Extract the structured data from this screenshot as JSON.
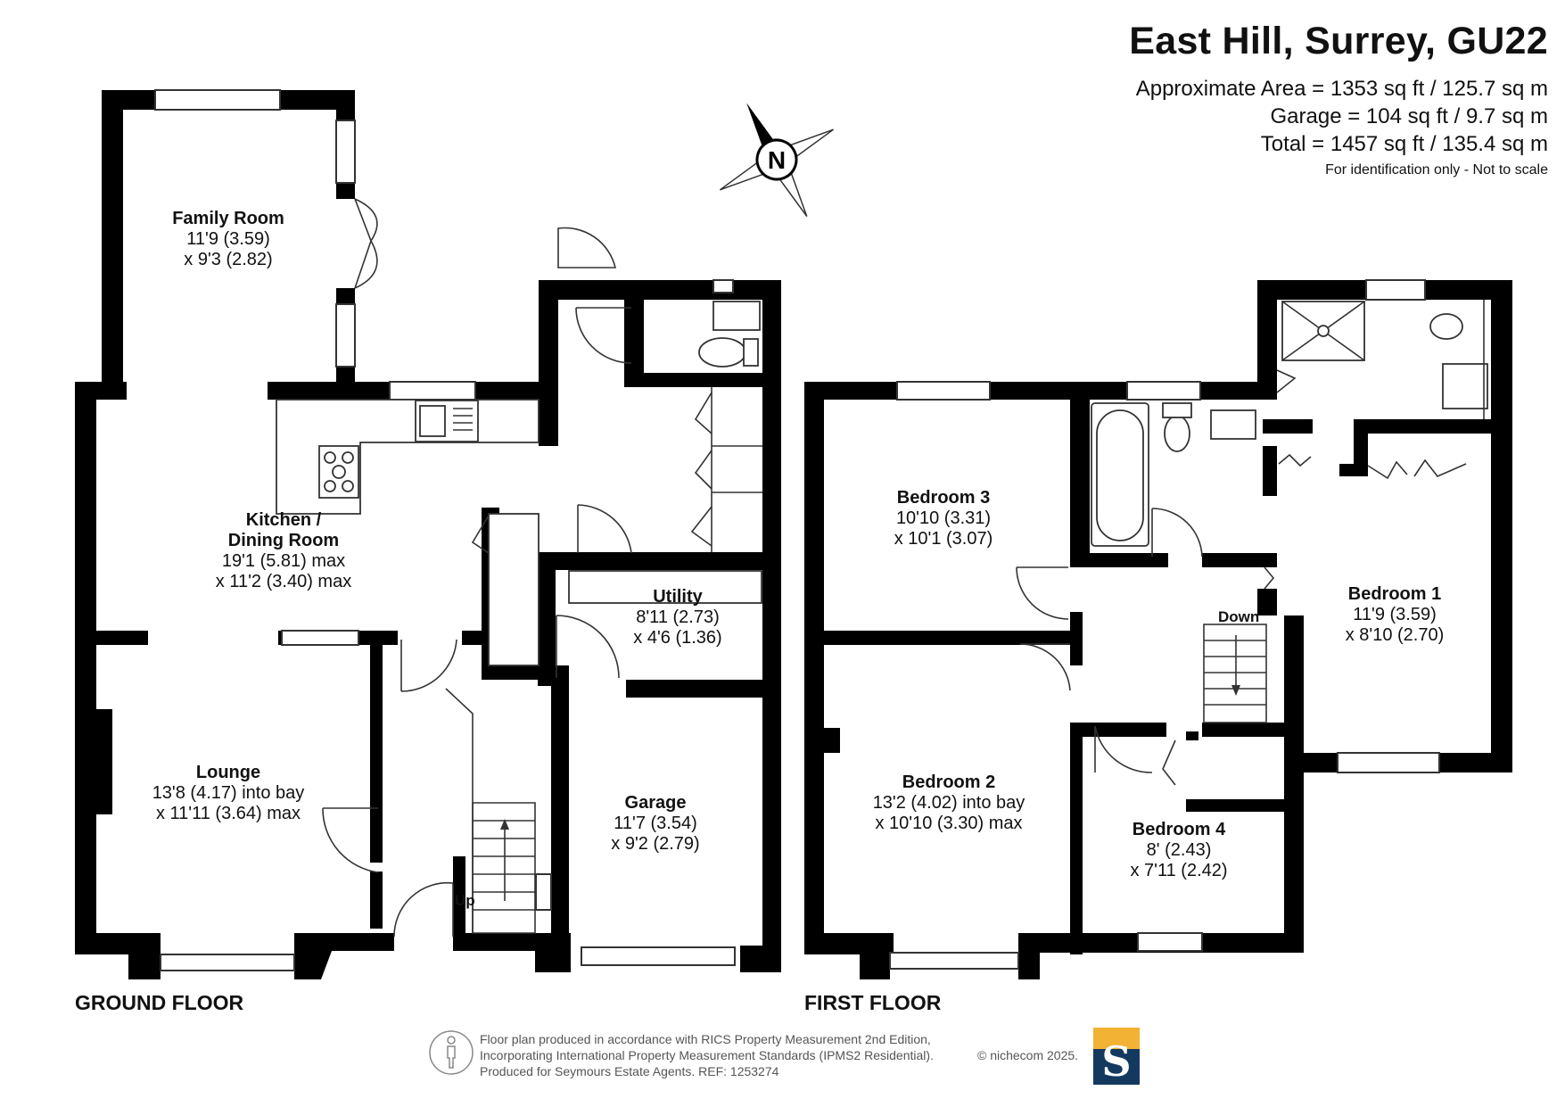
{
  "header": {
    "title": "East Hill, Surrey, GU22",
    "approx_area": "Approximate Area = 1353 sq ft / 125.7 sq m",
    "garage_area": "Garage = 104 sq ft / 9.7 sq m",
    "total_area": "Total = 1457 sq ft / 135.4 sq m",
    "disclaimer": "For identification only - Not to scale"
  },
  "compass": {
    "letter": "N"
  },
  "ground_floor": {
    "label": "GROUND FLOOR",
    "rooms": {
      "family": {
        "name": "Family Room",
        "dim1": "11'9 (3.59)",
        "dim2": "x 9'3 (2.82)"
      },
      "kitchen": {
        "name1": "Kitchen /",
        "name2": "Dining Room",
        "dim1": "19'1 (5.81) max",
        "dim2": "x 11'2 (3.40) max"
      },
      "utility": {
        "name": "Utility",
        "dim1": "8'11 (2.73)",
        "dim2": "x 4'6 (1.36)"
      },
      "lounge": {
        "name": "Lounge",
        "dim1": "13'8 (4.17) into bay",
        "dim2": "x 11'11 (3.64) max"
      },
      "garage": {
        "name": "Garage",
        "dim1": "11'7 (3.54)",
        "dim2": "x 9'2 (2.79)"
      }
    },
    "stairs_label": "Up"
  },
  "first_floor": {
    "label": "FIRST FLOOR",
    "rooms": {
      "bed3": {
        "name": "Bedroom 3",
        "dim1": "10'10 (3.31)",
        "dim2": "x 10'1 (3.07)"
      },
      "bed1": {
        "name": "Bedroom 1",
        "dim1": "11'9 (3.59)",
        "dim2": "x 8'10 (2.70)"
      },
      "bed2": {
        "name": "Bedroom 2",
        "dim1": "13'2 (4.02) into bay",
        "dim2": "x 10'10 (3.30) max"
      },
      "bed4": {
        "name": "Bedroom 4",
        "dim1": "8' (2.43)",
        "dim2": "x 7'11 (2.42)"
      }
    },
    "stairs_label": "Down"
  },
  "footer": {
    "line1": "Floor plan produced in accordance with RICS Property Measurement 2nd Edition,",
    "line2": "Incorporating International Property Measurement Standards (IPMS2 Residential).",
    "line3": "Produced for Seymours Estate Agents.   REF: 1253274",
    "copyright": "© nichecom 2025.",
    "logo_letter": "S",
    "colors": {
      "logo_top": "#f2b233",
      "logo_bottom": "#14395f"
    }
  }
}
